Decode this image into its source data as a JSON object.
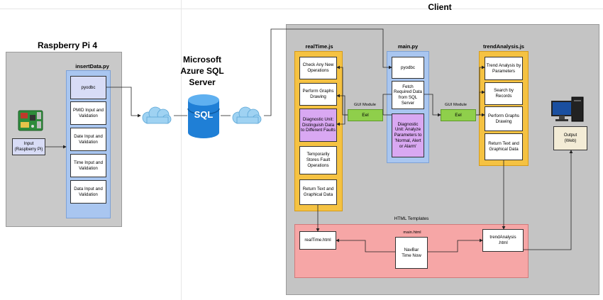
{
  "client": {
    "title": "Client"
  },
  "raspberry": {
    "title": "Raspberry Pi 4",
    "input_label": "Input\n(Raspberry Pi)",
    "script_title": "insertData.py",
    "items": [
      "pyodbc",
      "PMID Input and Validation",
      "Date Input and Validation",
      "Time Input and Validation",
      "Data Input and Validation"
    ]
  },
  "azure": {
    "title": "Microsoft\nAzure SQL\nServer",
    "db_label": "SQL"
  },
  "realtime": {
    "title": "realTime.js",
    "items": [
      "Check Any New Operations",
      "Perform Graphs Drawing",
      "Diagnostic Unit: Distinguish Data to Different Faults",
      "Temporarily Stores Fault Operations",
      "Return Text and Graphical Data"
    ]
  },
  "main": {
    "title": "main.py",
    "items": [
      "pyodbc",
      "Fetch Required Data from SQL Server",
      "Diagnostic Unit: Analyze Parameters to 'Normal, Alert or Alarm'"
    ]
  },
  "trend": {
    "title": "trendAnalysis.js",
    "items": [
      "Trend Analysis by Parameters",
      "Search by Records",
      "Perform Graphs Drawing",
      "Return Text and Graphical Data"
    ]
  },
  "eel": {
    "left_label": "Eel",
    "right_label": "Eel",
    "left_caption": "GUI Module",
    "right_caption": "GUI Module"
  },
  "output": {
    "label": "Output\n(Web)"
  },
  "templates": {
    "title": "HTML Templates",
    "realtime_html": "realTime.html",
    "main_html_title": "main.html",
    "main_html_body": "NavBar\nTime Now",
    "trend_html": "trendAnalysis\n.html"
  },
  "colors": {
    "orange": "#f5c242",
    "blue": "#a9c6f0",
    "purple": "#d9a8f2",
    "green": "#8fcf4b",
    "pink": "#f6a6a6",
    "sql_blue": "#1f7fd6"
  }
}
